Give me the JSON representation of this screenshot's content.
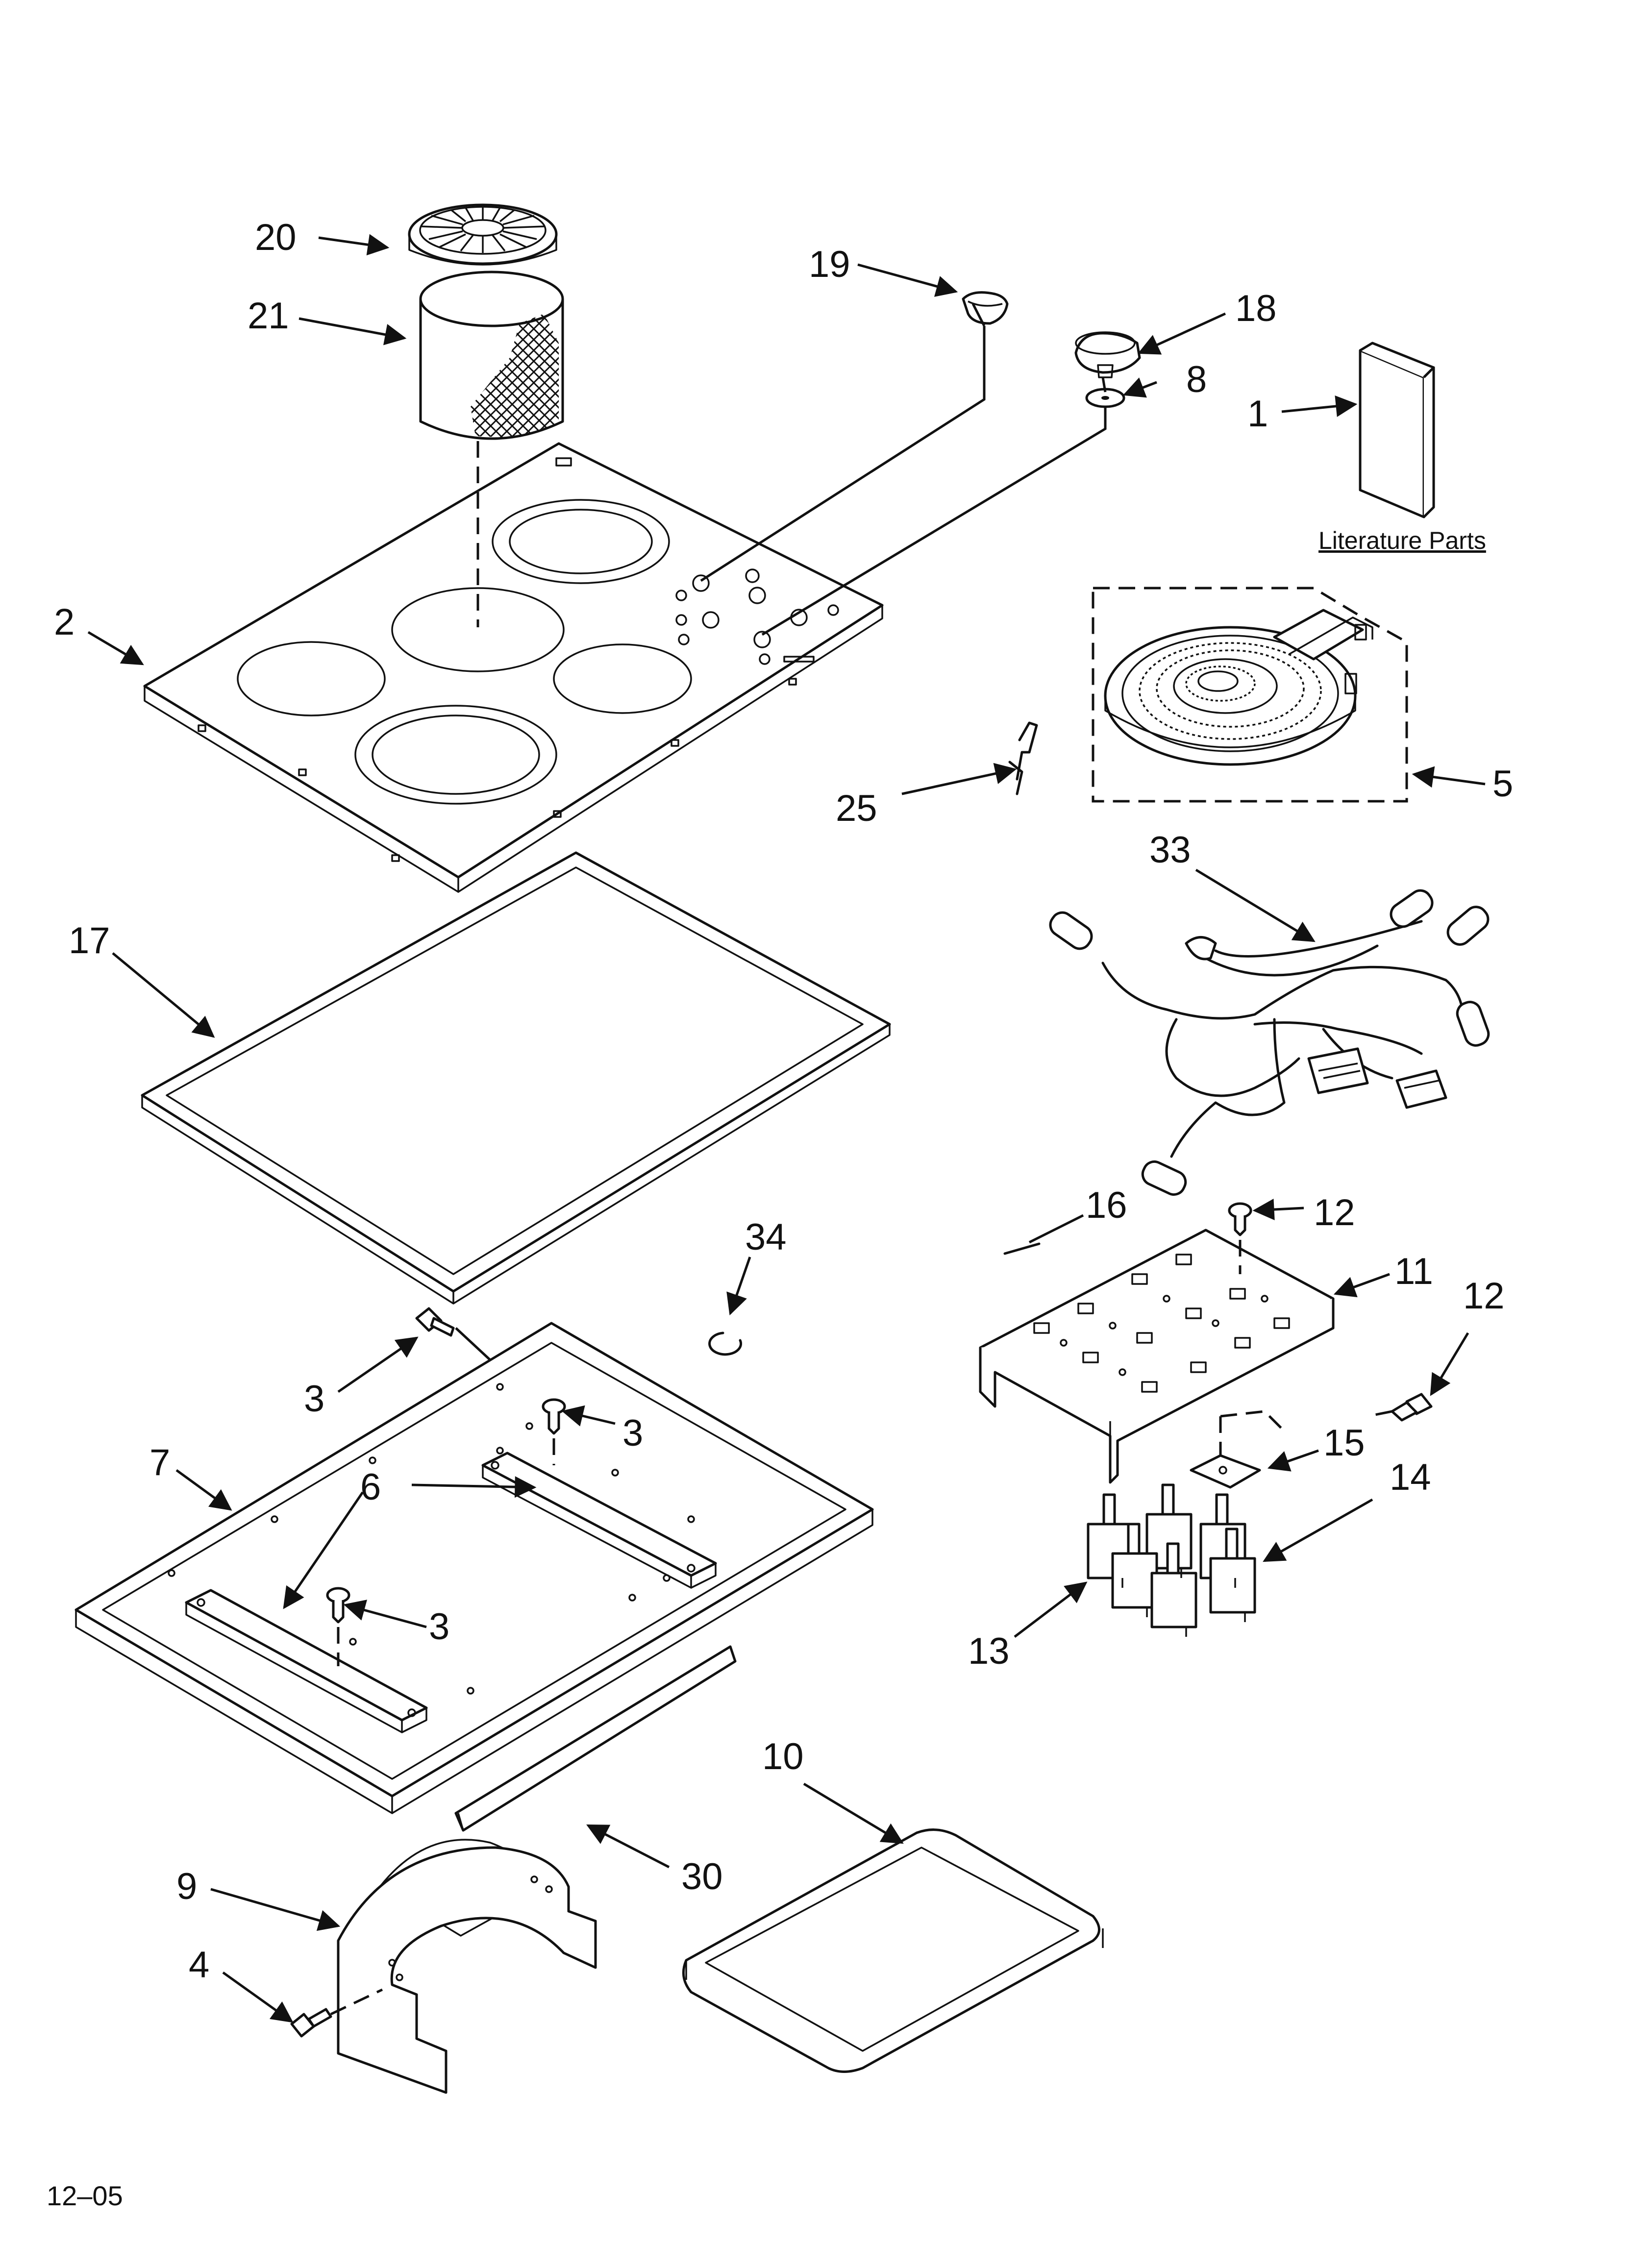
{
  "callouts": {
    "c1": "1",
    "c2": "2",
    "c3a": "3",
    "c3b": "3",
    "c3c": "3",
    "c4": "4",
    "c5": "5",
    "c6": "6",
    "c7": "7",
    "c8": "8",
    "c9": "9",
    "c10": "10",
    "c11": "11",
    "c12a": "12",
    "c12b": "12",
    "c13": "13",
    "c14": "14",
    "c15": "15",
    "c16": "16",
    "c17": "17",
    "c18": "18",
    "c19": "19",
    "c20": "20",
    "c21": "21",
    "c25": "25",
    "c30": "30",
    "c33": "33",
    "c34": "34"
  },
  "literature_label": "Literature Parts",
  "footer_code": "12–05"
}
